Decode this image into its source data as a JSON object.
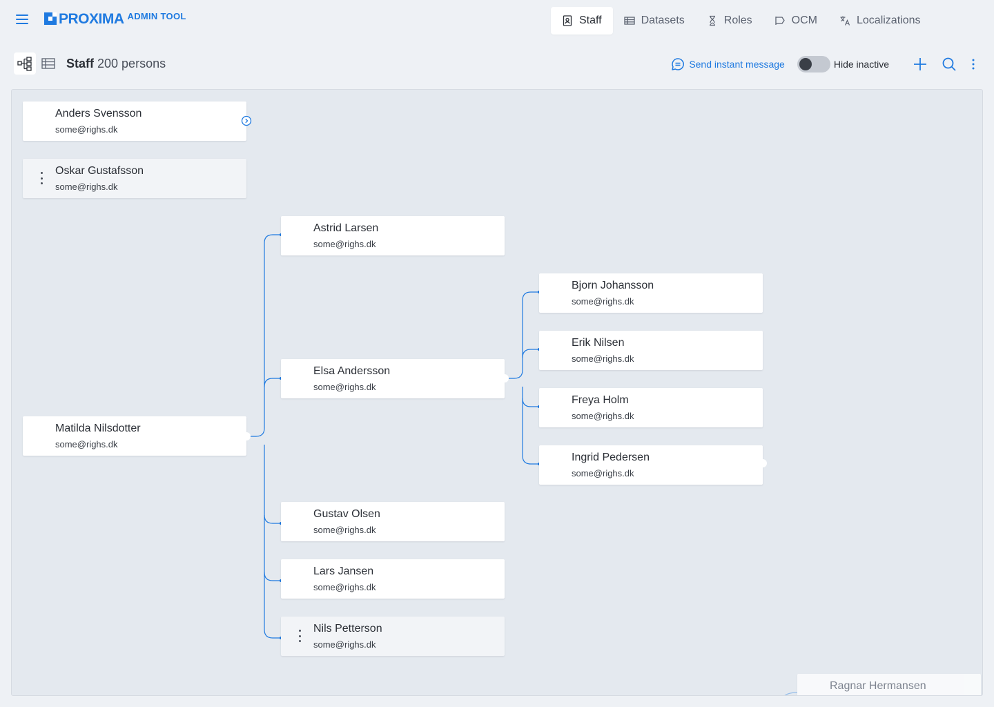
{
  "header": {
    "brand_name": "PROXIMA",
    "brand_sub": "ADMIN TOOL",
    "tabs": [
      {
        "label": "Staff",
        "icon": "badge-icon",
        "active": true
      },
      {
        "label": "Datasets",
        "icon": "table-icon",
        "active": false
      },
      {
        "label": "Roles",
        "icon": "roles-icon",
        "active": false
      },
      {
        "label": "OCM",
        "icon": "ocm-flag-icon",
        "active": false
      },
      {
        "label": "Localizations",
        "icon": "translate-icon",
        "active": false
      }
    ]
  },
  "toolbar": {
    "title": "Staff",
    "count": "200 persons",
    "send_message_label": "Send instant message",
    "hide_inactive_label": "Hide inactive",
    "hide_inactive_on": false
  },
  "colors": {
    "accent": "#1f7ae0",
    "canvas": "#e4e9ef",
    "background": "#eef1f5"
  },
  "people": [
    {
      "name": "Anders Svensson",
      "email": "some@righs.dk"
    },
    {
      "name": "Oskar Gustafsson",
      "email": "some@righs.dk"
    },
    {
      "name": "Astrid Larsen",
      "email": "some@righs.dk"
    },
    {
      "name": "Bjorn Johansson",
      "email": "some@righs.dk"
    },
    {
      "name": "Erik Nilsen",
      "email": "some@righs.dk"
    },
    {
      "name": "Elsa Andersson",
      "email": "some@righs.dk"
    },
    {
      "name": "Freya Holm",
      "email": "some@righs.dk"
    },
    {
      "name": "Matilda Nilsdotter",
      "email": "some@righs.dk"
    },
    {
      "name": "Ingrid Pedersen",
      "email": "some@righs.dk"
    },
    {
      "name": "Gustav Olsen",
      "email": "some@righs.dk"
    },
    {
      "name": "Lars Jansen",
      "email": "some@righs.dk"
    },
    {
      "name": "Nils Petterson",
      "email": "some@righs.dk"
    },
    {
      "name": "Ragnar Hermansen"
    }
  ]
}
